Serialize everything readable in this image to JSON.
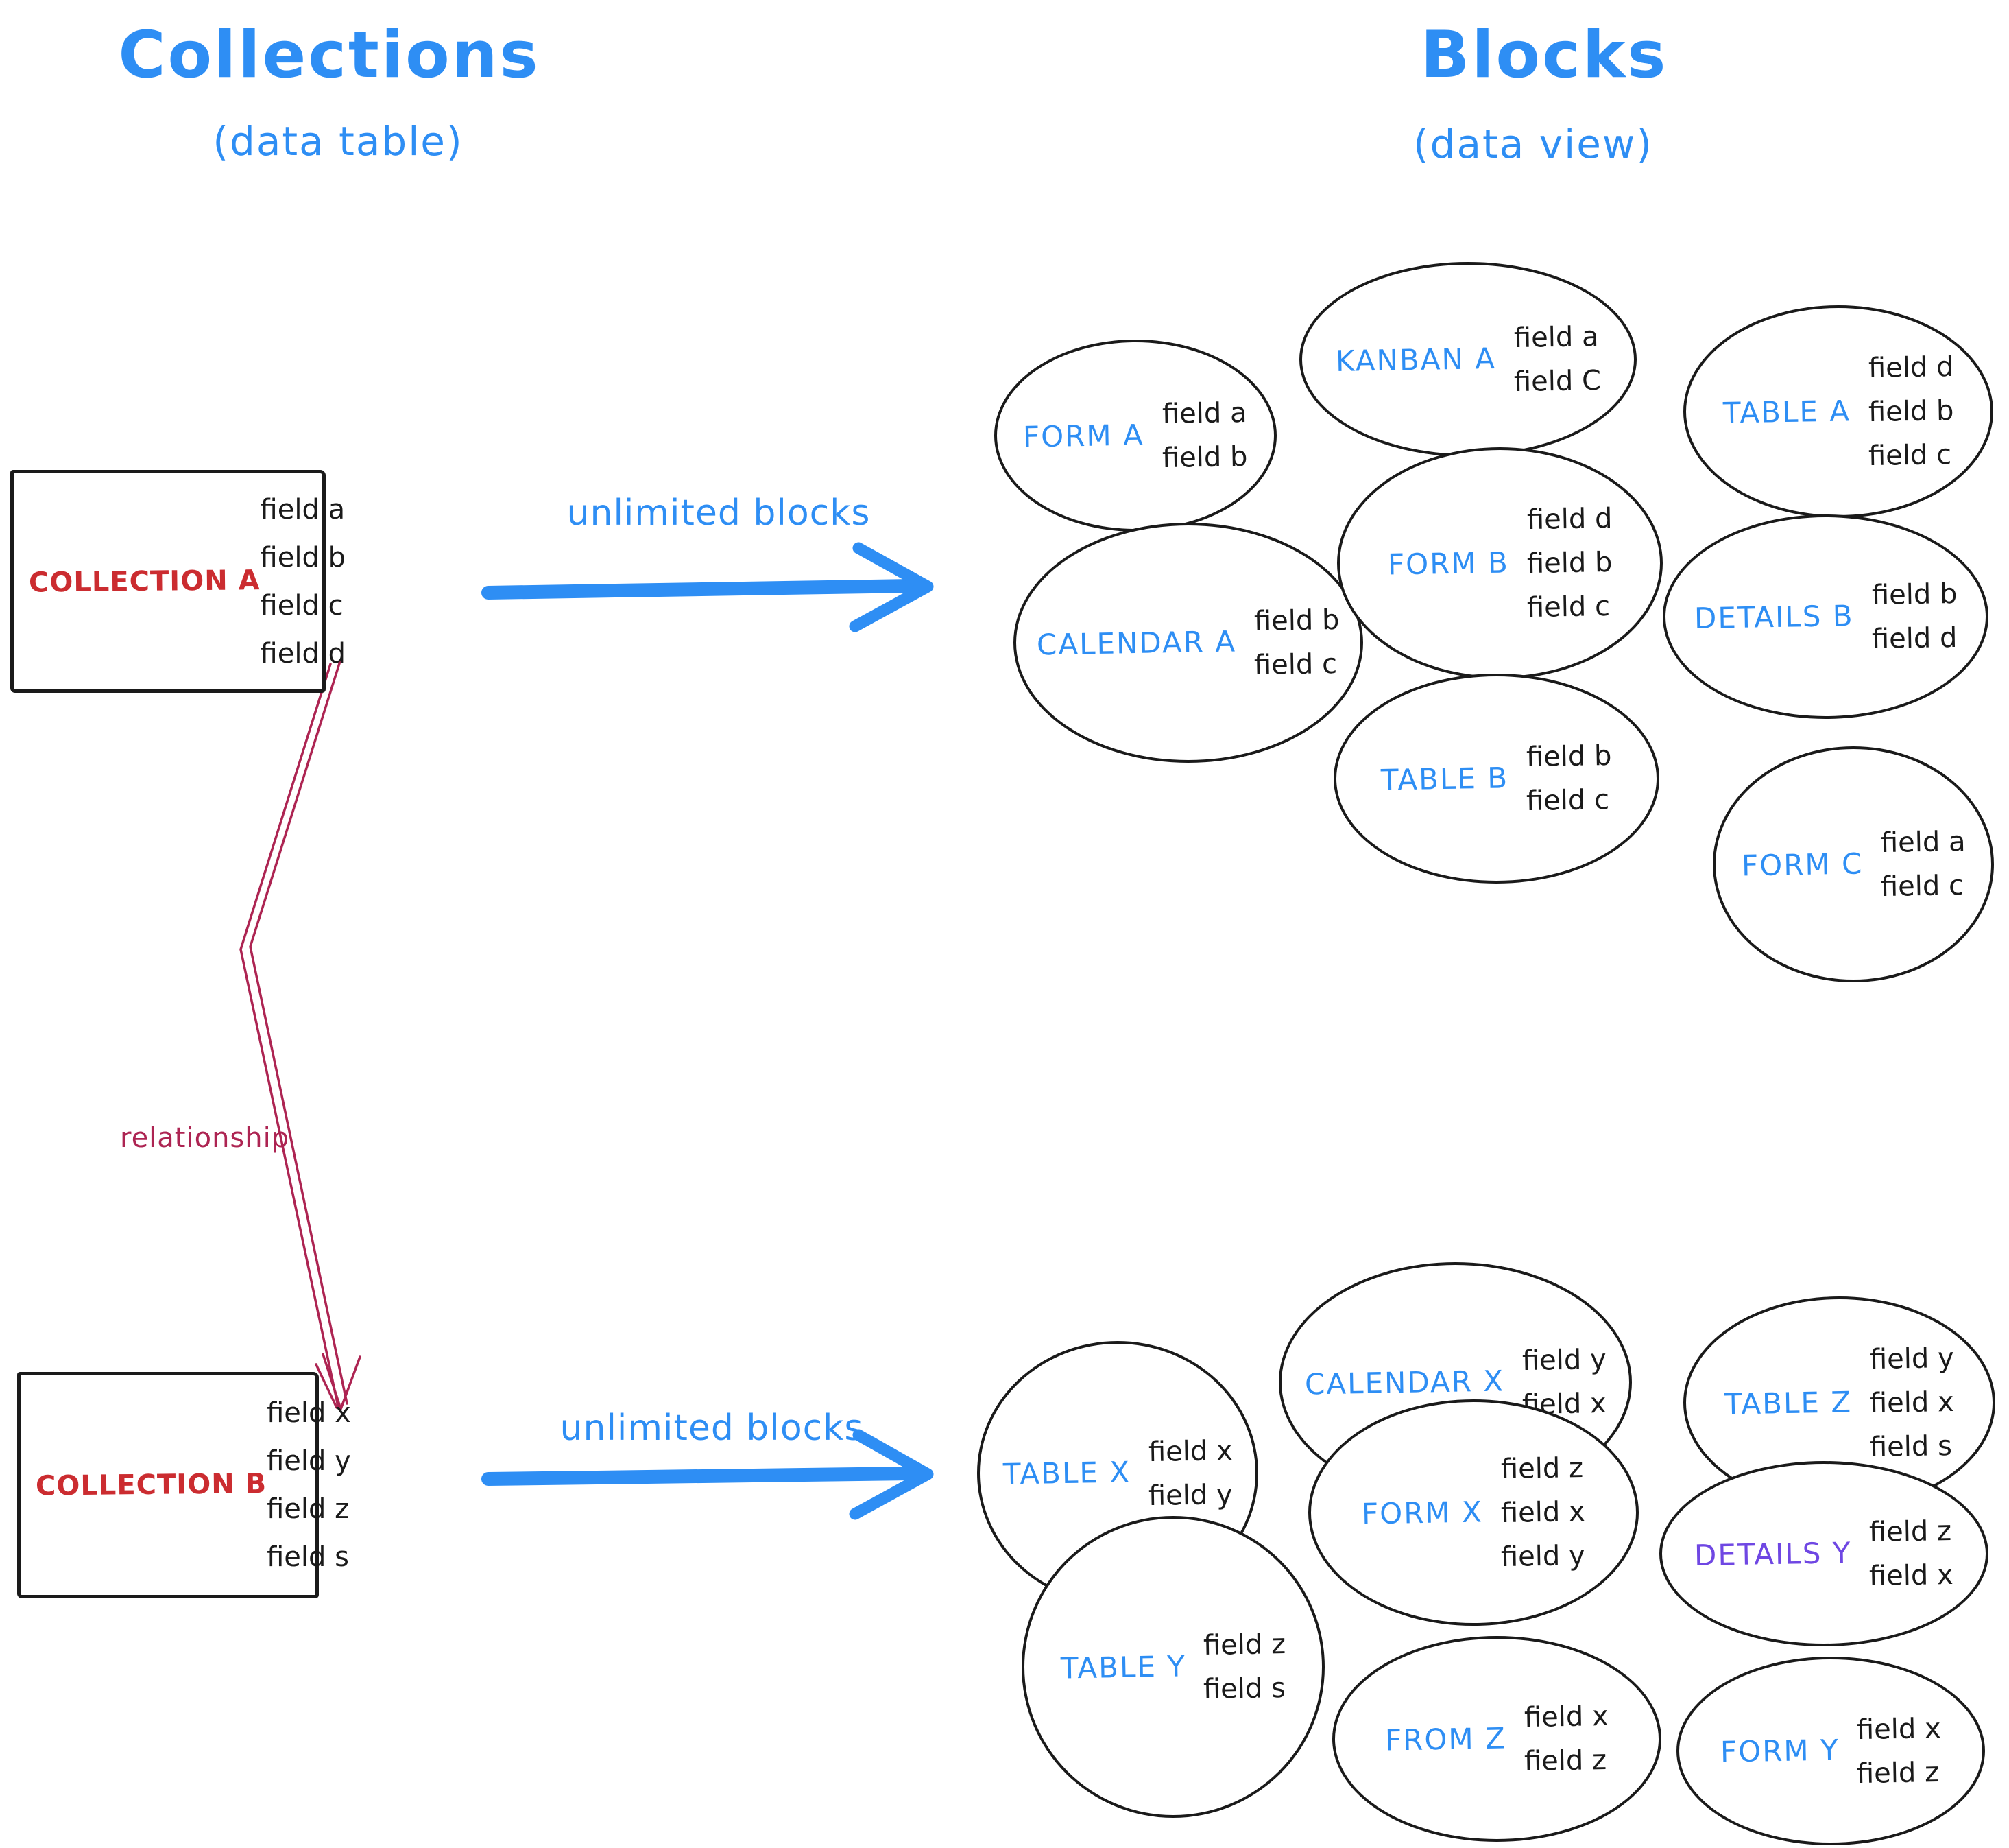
{
  "header": {
    "left": {
      "title": "Collections",
      "subtitle": "(data table)"
    },
    "right": {
      "title": "Blocks",
      "subtitle": "(data view)"
    }
  },
  "colors": {
    "blue": "#2e8ef4",
    "red": "#cb2c30",
    "relationship": "#ad2452",
    "purple": "#6f47e3",
    "ink": "#1a1a1a"
  },
  "collections": [
    {
      "label": "COLLECTION A",
      "fields": [
        "field a",
        "field b",
        "field c",
        "field d"
      ]
    },
    {
      "label": "COLLECTION B",
      "fields": [
        "field x",
        "field y",
        "field z",
        "field s"
      ]
    }
  ],
  "arrows": [
    {
      "label": "unlimited blocks"
    },
    {
      "label": "unlimited blocks"
    }
  ],
  "relationship": {
    "label": "relationship"
  },
  "blocks": {
    "cluster_a": [
      {
        "label": "FORM A",
        "fields": [
          "field a",
          "field b"
        ],
        "label_color": "blue"
      },
      {
        "label": "KANBAN A",
        "fields": [
          "field a",
          "field C"
        ],
        "label_color": "blue"
      },
      {
        "label": "TABLE A",
        "fields": [
          "field d",
          "field b",
          "field c"
        ],
        "label_color": "blue"
      },
      {
        "label": "CALENDAR A",
        "fields": [
          "field b",
          "field c"
        ],
        "label_color": "blue"
      },
      {
        "label": "FORM B",
        "fields": [
          "field d",
          "field b",
          "field c"
        ],
        "label_color": "blue"
      },
      {
        "label": "DETAILS B",
        "fields": [
          "field b",
          "field d"
        ],
        "label_color": "blue"
      },
      {
        "label": "TABLE B",
        "fields": [
          "field b",
          "field c"
        ],
        "label_color": "blue"
      },
      {
        "label": "FORM C",
        "fields": [
          "field a",
          "field c"
        ],
        "label_color": "blue"
      }
    ],
    "cluster_b": [
      {
        "label": "TABLE X",
        "fields": [
          "field x",
          "field y"
        ],
        "label_color": "blue"
      },
      {
        "label": "CALENDAR X",
        "fields": [
          "field y",
          "field x"
        ],
        "label_color": "blue"
      },
      {
        "label": "TABLE Z",
        "fields": [
          "field y",
          "field x",
          "field s"
        ],
        "label_color": "blue"
      },
      {
        "label": "TABLE Y",
        "fields": [
          "field z",
          "field s"
        ],
        "label_color": "blue"
      },
      {
        "label": "FORM X",
        "fields": [
          "field z",
          "field x",
          "field y"
        ],
        "label_color": "blue"
      },
      {
        "label": "DETAILS Y",
        "fields": [
          "field z",
          "field x"
        ],
        "label_color": "purple"
      },
      {
        "label": "FROM Z",
        "fields": [
          "field x",
          "field z"
        ],
        "label_color": "blue"
      },
      {
        "label": "FORM Y",
        "fields": [
          "field x",
          "field z"
        ],
        "label_color": "blue"
      }
    ]
  }
}
